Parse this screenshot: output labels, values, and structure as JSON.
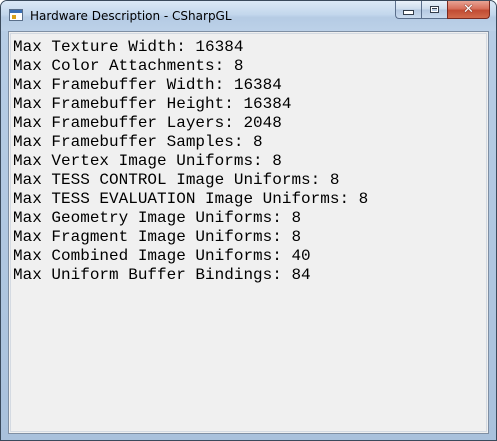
{
  "window": {
    "title": "Hardware Description - CSharpGL",
    "icon": "app-window-icon",
    "close_glyph": "✕"
  },
  "lines": [
    "Max Texture Width: 16384",
    "Max Color Attachments: 8",
    "Max Framebuffer Width: 16384",
    "Max Framebuffer Height: 16384",
    "Max Framebuffer Layers: 2048",
    "Max Framebuffer Samples: 8",
    "Max Vertex Image Uniforms: 8",
    "Max TESS CONTROL Image Uniforms: 8",
    "Max TESS EVALUATION Image Uniforms: 8",
    "Max Geometry Image Uniforms: 8",
    "Max Fragment Image Uniforms: 8",
    "Max Combined Image Uniforms: 40",
    "Max Uniform Buffer Bindings: 84"
  ],
  "colors": {
    "close_button": "#c24b33",
    "client_background": "#f0f0f0"
  }
}
